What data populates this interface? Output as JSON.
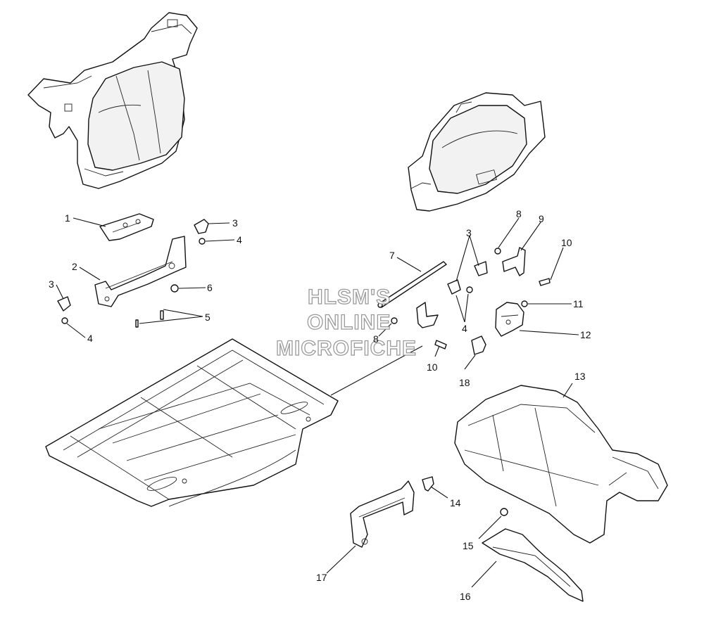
{
  "watermark": {
    "line1": "HLSM'S",
    "line2": "ONLINE",
    "line3": "MICROFICHE"
  },
  "callouts": {
    "c1": "1",
    "c2": "2",
    "c3a": "3",
    "c3b": "3",
    "c3c": "3",
    "c4a": "4",
    "c4b": "4",
    "c4c": "4",
    "c5": "5",
    "c6": "6",
    "c7": "7",
    "c8a": "8",
    "c8b": "8",
    "c9": "9",
    "c10a": "10",
    "c10b": "10",
    "c11": "11",
    "c12": "12",
    "c13": "13",
    "c14": "14",
    "c15": "15",
    "c16": "16",
    "c17": "17",
    "c18": "18"
  }
}
